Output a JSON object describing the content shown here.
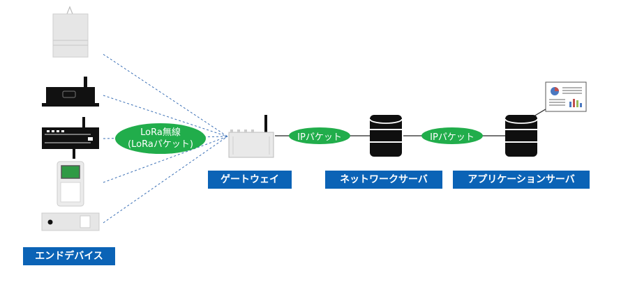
{
  "labels": {
    "end_devices": "エンドデバイス",
    "gateway": "ゲートウェイ",
    "network_server": "ネットワークサーバ",
    "application_server": "アプリケーションサーバ"
  },
  "links": {
    "lora_line1": "LoRa無線",
    "lora_line2": "(LoRaパケット)",
    "ip_packet_1": "IPパケット",
    "ip_packet_2": "IPパケット"
  },
  "colors": {
    "label_bg": "#0b63b6",
    "link_bg": "#21ad4b",
    "device_dark": "#111111",
    "device_light": "#e6e6e6",
    "dash_line": "#3a6fb5"
  },
  "icons": [
    "bag-device-icon",
    "router-device-icon",
    "rack-device-icon",
    "handheld-device-icon",
    "box-device-icon",
    "gateway-icon",
    "server-icon",
    "report-document-icon"
  ]
}
